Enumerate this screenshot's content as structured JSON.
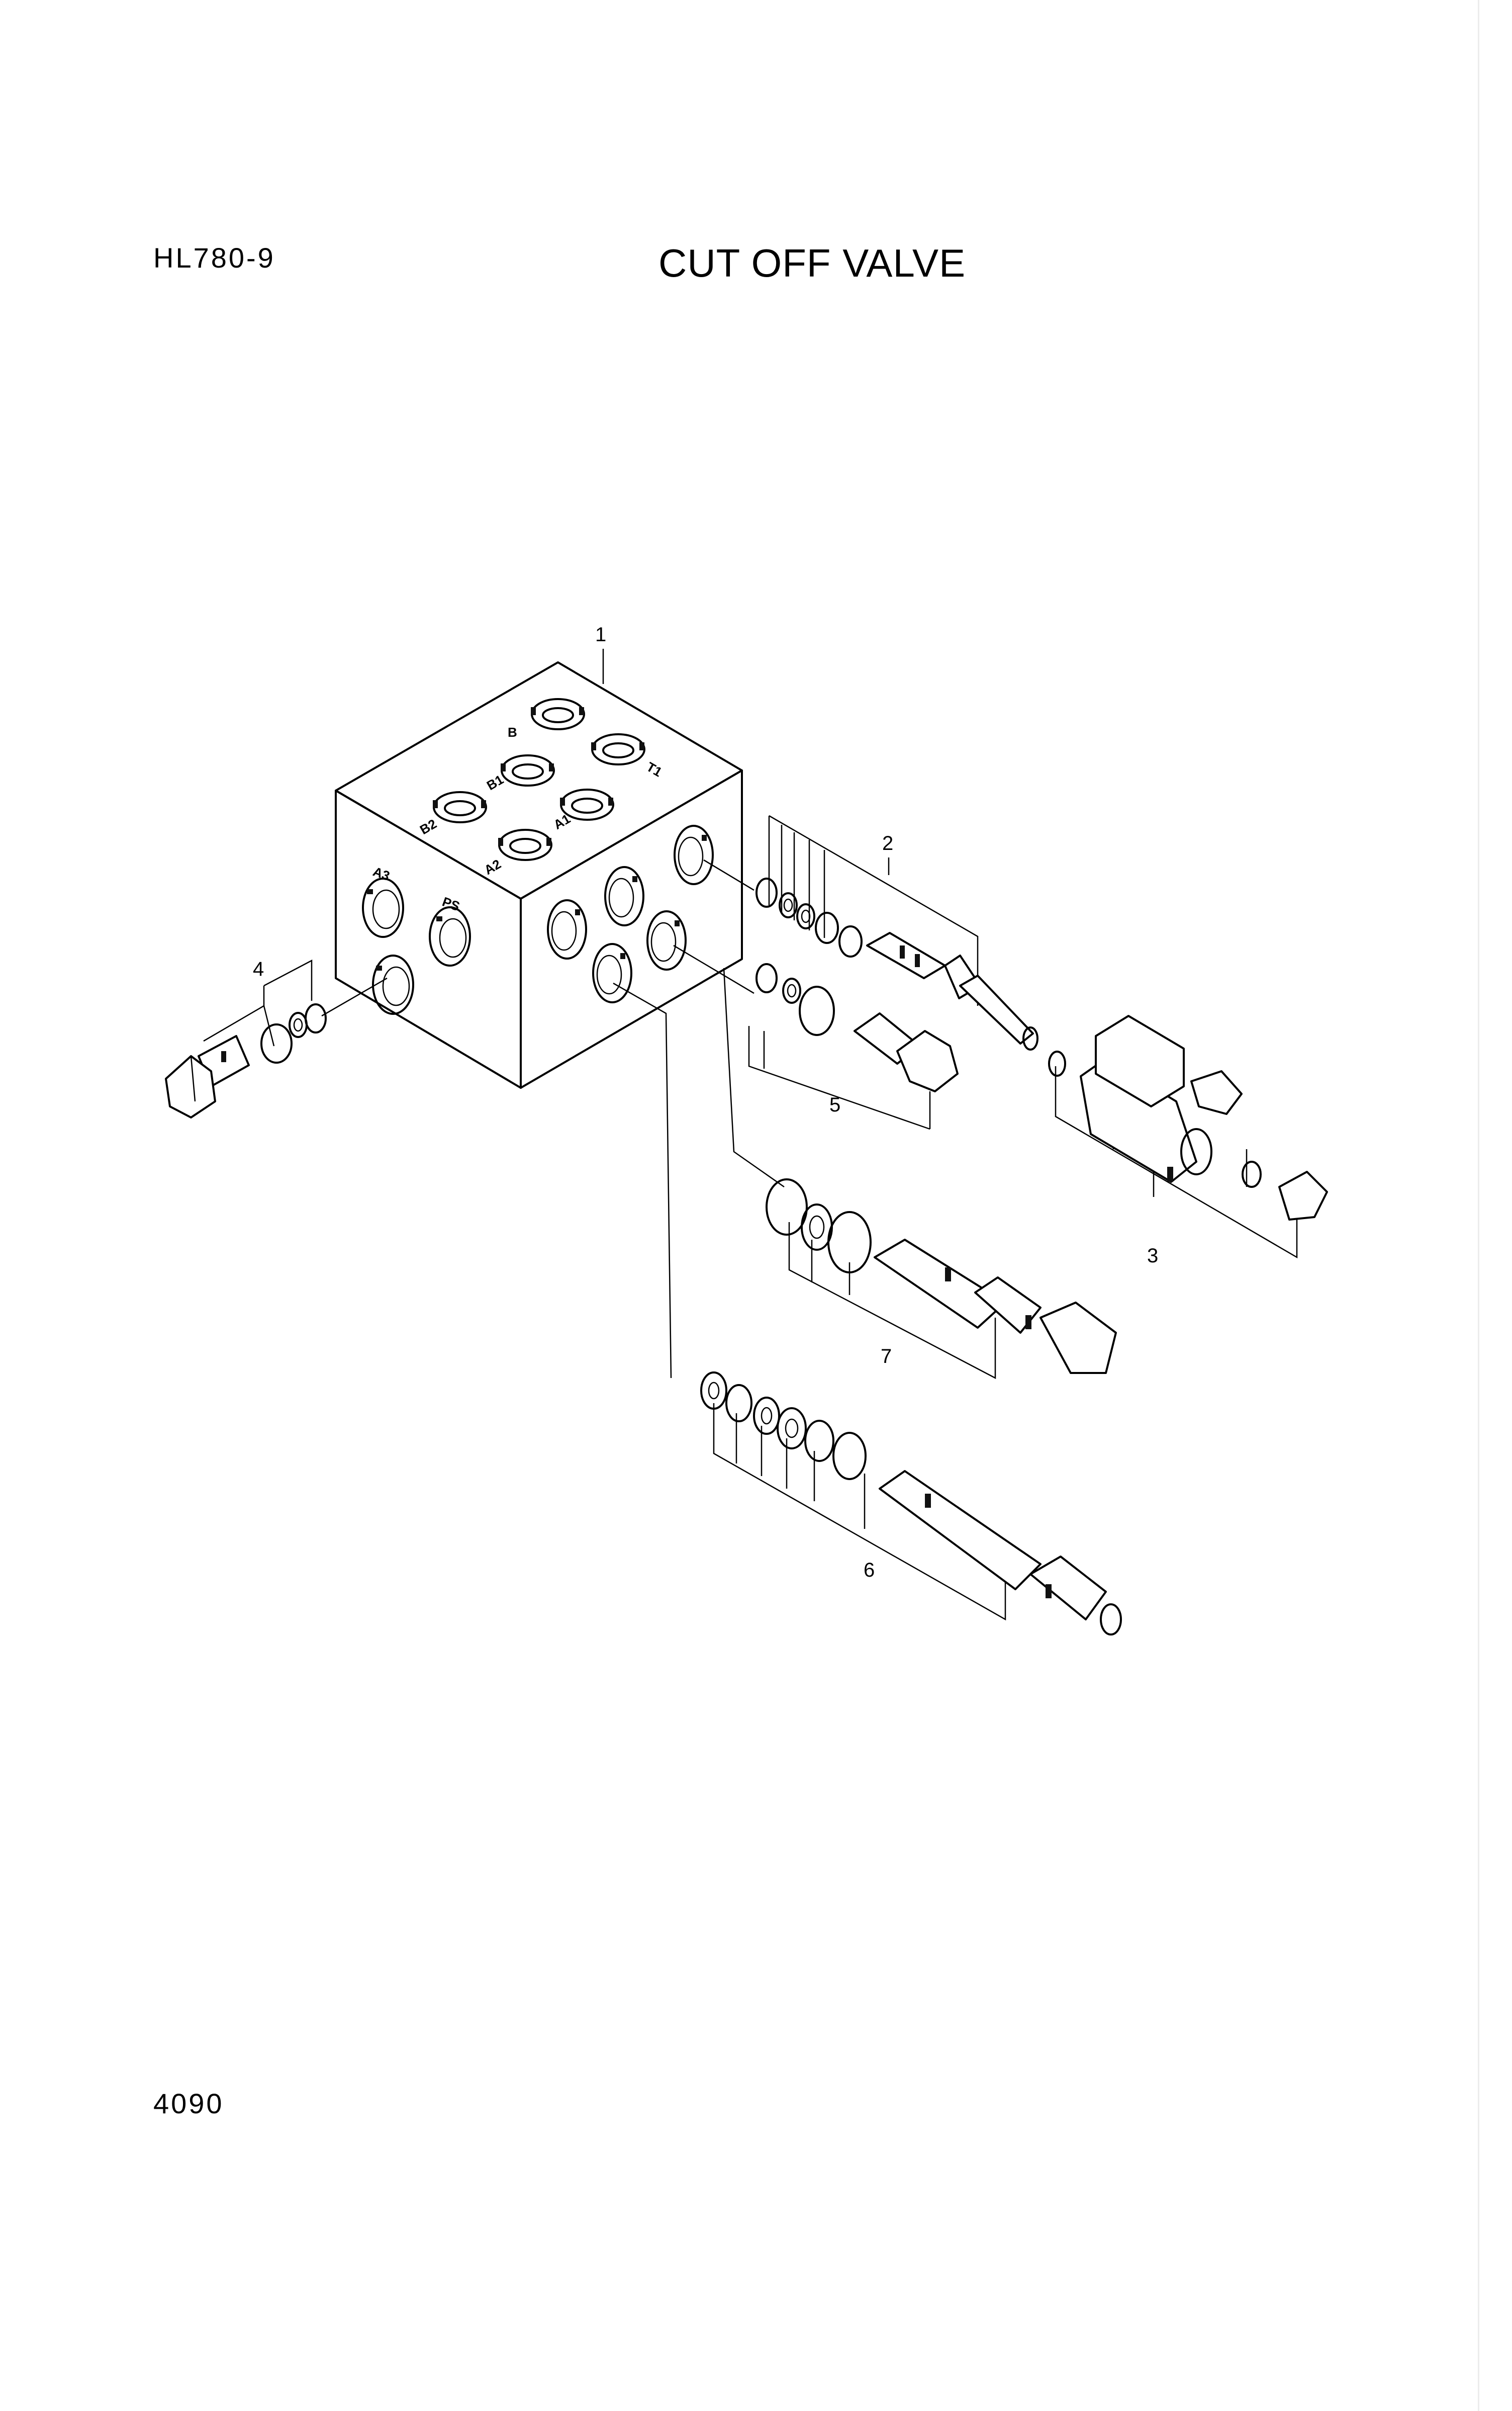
{
  "header": {
    "model": "HL780-9",
    "title": "CUT OFF VALVE"
  },
  "footer": {
    "page_number": "4090"
  },
  "callouts": {
    "block": "1",
    "cartridge_valve": "2",
    "solenoid": "3",
    "plug": "4",
    "check_valve": "5",
    "relief_valve_6": "6",
    "relief_valve_7": "7"
  },
  "port_labels": {
    "b": "B",
    "t1": "T1",
    "b1": "B1",
    "b2": "B2",
    "a1": "A1",
    "a2": "A2",
    "a3": "A3",
    "ps": "PS"
  }
}
